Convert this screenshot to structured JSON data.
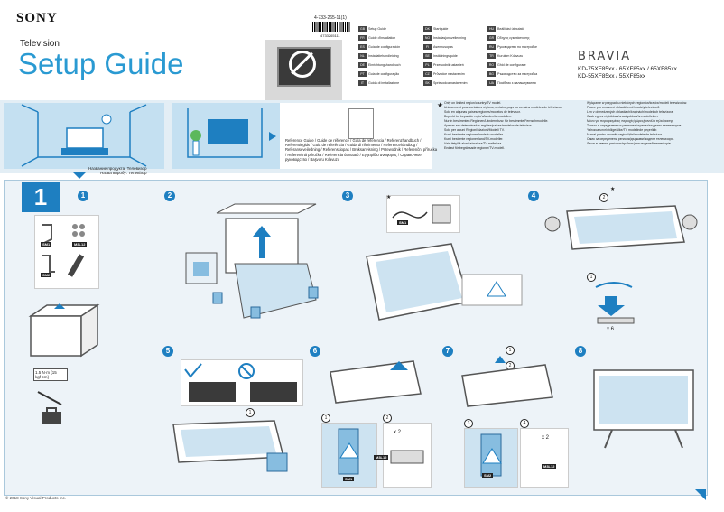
{
  "header": {
    "brand": "SONY",
    "subtitle": "Television",
    "title": "Setup Guide",
    "part_number": "4-733-265-11(1)",
    "barcode_number": "4733265111",
    "product_line": "BRAVIA",
    "models_line1": "KD-75XF85xx / 65XF85xx / 65XF85xx",
    "models_line2": "KD-55XF85xx / 55XF85xx"
  },
  "languages": [
    {
      "code": "GB",
      "name": "Setup Guide"
    },
    {
      "code": "FR",
      "name": "Guide d'installation"
    },
    {
      "code": "ES",
      "name": "Guía de configuración"
    },
    {
      "code": "NL",
      "name": "Installatiehandleiding"
    },
    {
      "code": "DE",
      "name": "Einrichtungshandbuch"
    },
    {
      "code": "PT",
      "name": "Guia de configuração"
    },
    {
      "code": "IT",
      "name": "Guida di installazione"
    },
    {
      "code": "DK",
      "name": "Startguide"
    },
    {
      "code": "NO",
      "name": "Installasjonsveiledning"
    },
    {
      "code": "FI",
      "name": "Asennusopas"
    },
    {
      "code": "SE",
      "name": "Inställningsguide"
    },
    {
      "code": "PL",
      "name": "Przewodnik ustawień"
    },
    {
      "code": "CZ",
      "name": "Průvodce nastavením"
    },
    {
      "code": "SK",
      "name": "Sprievodca nastavením"
    },
    {
      "code": "HU",
      "name": "Beállítási útmutató"
    },
    {
      "code": "GR",
      "name": "Οδηγός εγκατάστασης"
    },
    {
      "code": "RU",
      "name": "Руководство по настройке"
    },
    {
      "code": "TR",
      "name": "Kurulum Kılavuzu"
    },
    {
      "code": "RO",
      "name": "Ghid de configurare"
    },
    {
      "code": "BG",
      "name": "Ръководство за настройка"
    },
    {
      "code": "UA",
      "name": "Посібник з налаштування"
    }
  ],
  "intro": {
    "reference_text": "Reference Guide / Guide de référence / Guía de referencia / Referenzhandbuch / Referentiegids / Guia de referência / Guida di riferimento / Referencehåndbog / Referanseveiledning / Referenssiopas / Bruksanvisning / Przewodnik / Referenční příručka / Referenčná príručka / Referencia útmutató / Εγχειρίδιο αναφοράς / Справочное руководство / Başvuru Kılavuzu",
    "product_name_label1": "Название продукта: Телевизор",
    "product_name_label2": "Назва виробу: Телевізор",
    "star_notes_left": "Only on limited region/country/TV model.\nUniquement pour certaines régions, certains pays ou certains modèles de téléviseur.\nSolo en algunas países/regiones/modelos de televisor.\nBeperkt tot bepaalde regio's/landen/tv-modellen.\nNur in bestimmten Regionen/Ländern bzw. für bestimmte Fernsehmodelle.\nApenas em determinadas regiões/países/modelos de televisor.\nSolo per alcuni Regioni/Nazioni/Modelli TV.\nKun i bestemte regioner/lande/tv-modeller.\nKun i bestemte regioner/land/TV-modeller.\nVain tietyillä alueilla/maissa/TV-malleissa.\nEndast för begränsade regioner/TV-modell.",
    "star_notes_right": "Wyłącznie w przypadku niektórych regionów/krajów/modeli telewizorów.\nPouze pro omezené oblasti/země/modely televizorů.\nLen v obmedzených oblastiach/krajinách/modeloch televízora.\nCsak egyes régiókban/országokban/tv-modelleken.\nΜόνο για περιορισμένες περιοχές/χώρες/μοντέλα τηλεόρασης.\nТолько в определенных регионах/странах/моделях телевизоров.\nYalnızca sınırlı bölge/ülke/TV modelinde geçerlidir.\nNumai pentru anumite regiuni/țări/modele de televizor.\nСамо за определени региони/държави/модели телевизори.\nЛише в певних регіонах/країнах/для моделей телевізорів."
  },
  "steps": {
    "main_step": "1",
    "sub_steps": [
      "1",
      "2",
      "3",
      "4",
      "5",
      "6",
      "7",
      "8"
    ],
    "parts": {
      "sm1": "SM1",
      "sm2": "SM2",
      "m3l12": "M3L12",
      "star": "★"
    },
    "screwdriver_note": "1.5 N·m {15 kgf·cm}",
    "multiplier_6": "x 6",
    "multiplier_2a": "x 2",
    "multiplier_2b": "x 2",
    "circle_labels": [
      "1",
      "2",
      "1",
      "2",
      "1",
      "2",
      "1",
      "2",
      "3",
      "4"
    ]
  },
  "footer": {
    "copyright": "© 2018 Sony Visual Products Inc."
  },
  "colors": {
    "accent": "#1e7fc1",
    "title_blue": "#2a9ad2",
    "panel_blue": "#c4e0f1",
    "step_bg": "#edf3f8"
  }
}
